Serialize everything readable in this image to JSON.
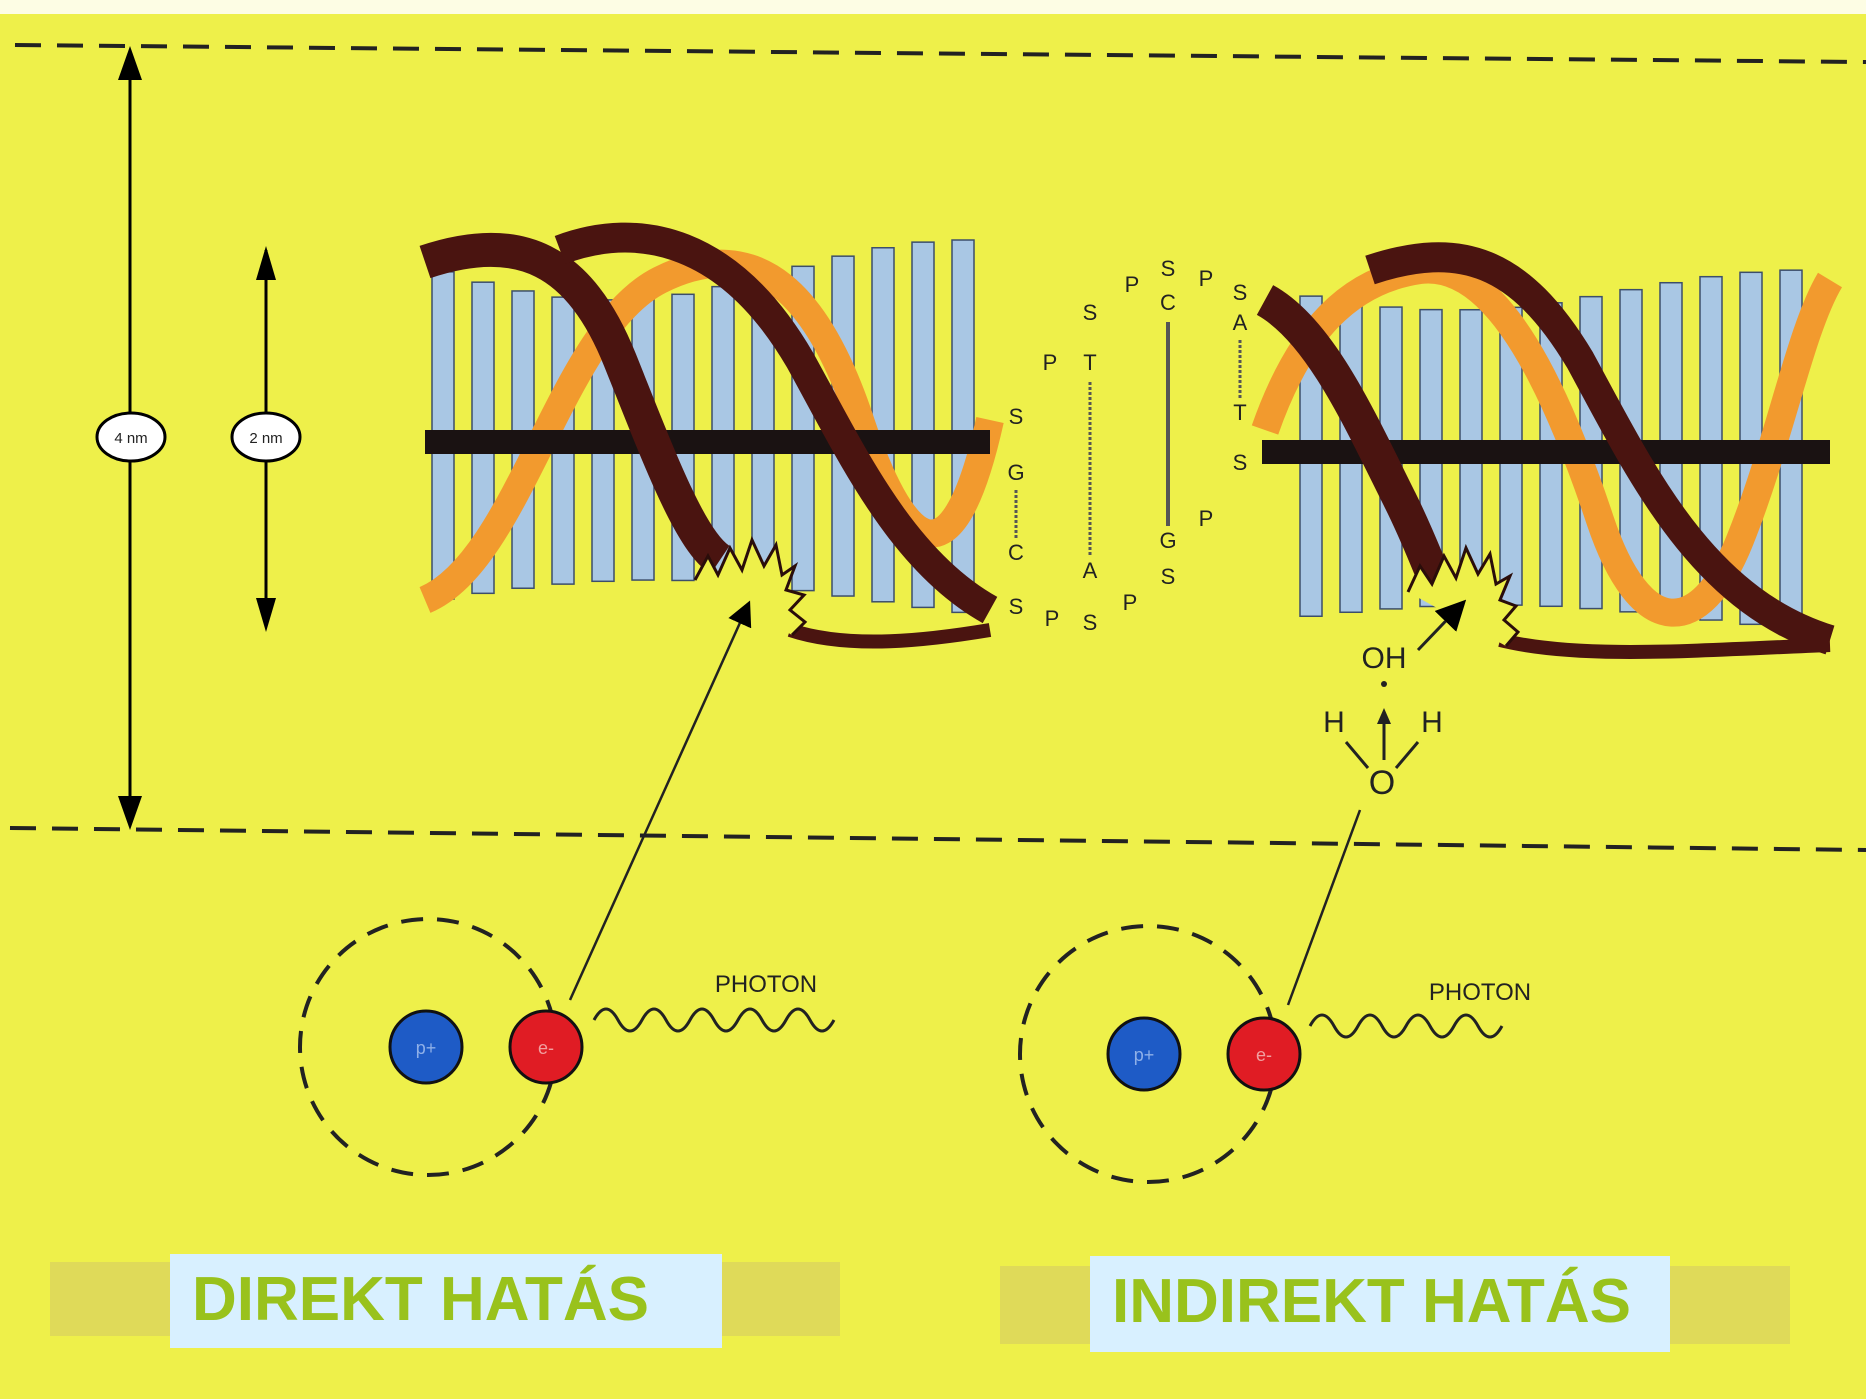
{
  "colors": {
    "background": "#eef04a",
    "strand_dark": "#4a1410",
    "strand_orange": "#f29a2e",
    "base_pair": "#a9c7e4",
    "proton": "#1e5bc6",
    "electron": "#e01c24",
    "caption_bg": "#d8f0ff",
    "caption_text": "#99c21c"
  },
  "dimensions": {
    "outer_label": "4 nm",
    "inner_label": "2 nm"
  },
  "base_pairs": {
    "col1": [
      "S",
      "G",
      "C",
      "S"
    ],
    "col2": [
      "S",
      "T",
      "A",
      "S"
    ],
    "col3": [
      "S",
      "C",
      "G",
      "S"
    ],
    "col4": [
      "S",
      "A",
      "T",
      "S"
    ],
    "phosphate": "P"
  },
  "direct": {
    "proton_label": "p+",
    "electron_label": "e-",
    "photon_label": "PHOTON",
    "caption": "DIREKT HATÁS"
  },
  "indirect": {
    "proton_label": "p+",
    "electron_label": "e-",
    "photon_label": "PHOTON",
    "radical_label": "OH",
    "h_left": "H",
    "h_right": "H",
    "oxygen": "O",
    "caption": "INDIREKT HATÁS"
  }
}
